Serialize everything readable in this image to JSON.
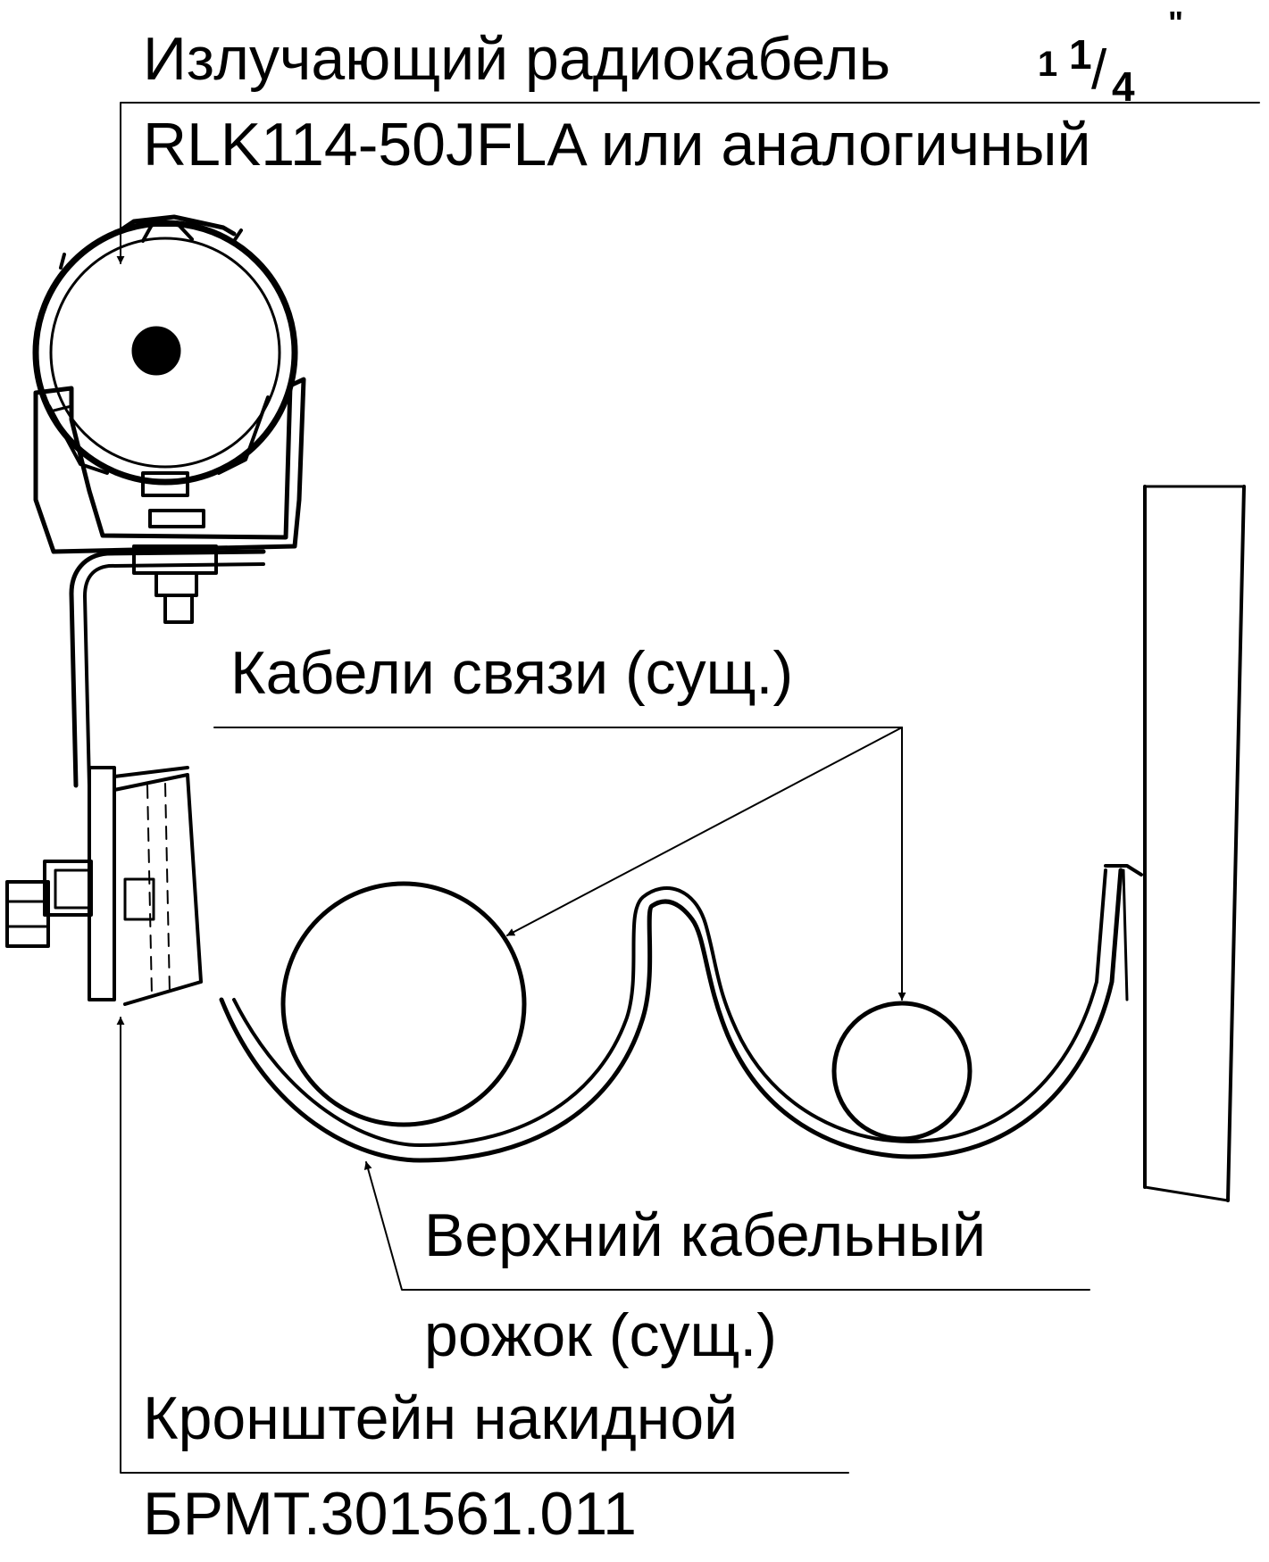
{
  "labels": {
    "radiocable_line1": "Излучающий радиокабель",
    "radiocable_size_whole": "1",
    "radiocable_size_num": "1",
    "radiocable_size_slash": "/",
    "radiocable_size_den": "4",
    "radiocable_size_unit": "\"",
    "radiocable_line2": "RLK114-50JFLA или аналогичный",
    "comm_cables": "Кабели связи (сущ.)",
    "upper_horn_line1": "Верхний кабельный",
    "upper_horn_line2": "рожок (сущ.)",
    "bracket_line1": "Кронштейн накидной",
    "bracket_line2": "БРМТ.301561.011"
  },
  "colors": {
    "stroke": "#000000",
    "background": "#ffffff"
  }
}
